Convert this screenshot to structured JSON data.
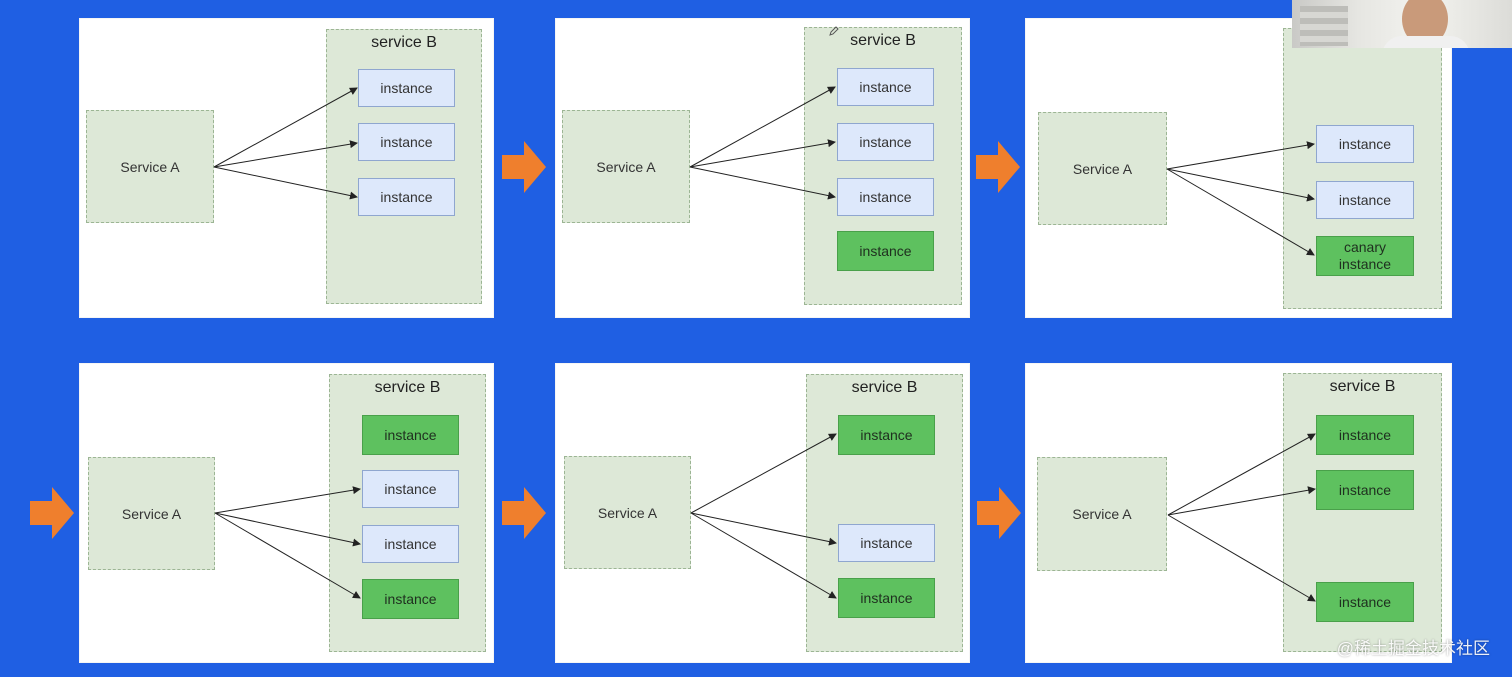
{
  "labels": {
    "service_a": "Service A",
    "service_b": "service B",
    "instance": "instance",
    "canary_instance": "canary instance",
    "service_b_partial": "service B"
  },
  "watermark": "@稀土掘金技术社区",
  "colors": {
    "background": "#1f5fe3",
    "panel": "#ffffff",
    "service_fill": "#dde8d7",
    "instance_blue": "#dde8fb",
    "instance_green": "#5ec15f",
    "step_arrow": "#ef7f2d"
  },
  "icons": {
    "step_arrow": "orange-right-arrow-icon",
    "pencil": "pencil-icon"
  }
}
